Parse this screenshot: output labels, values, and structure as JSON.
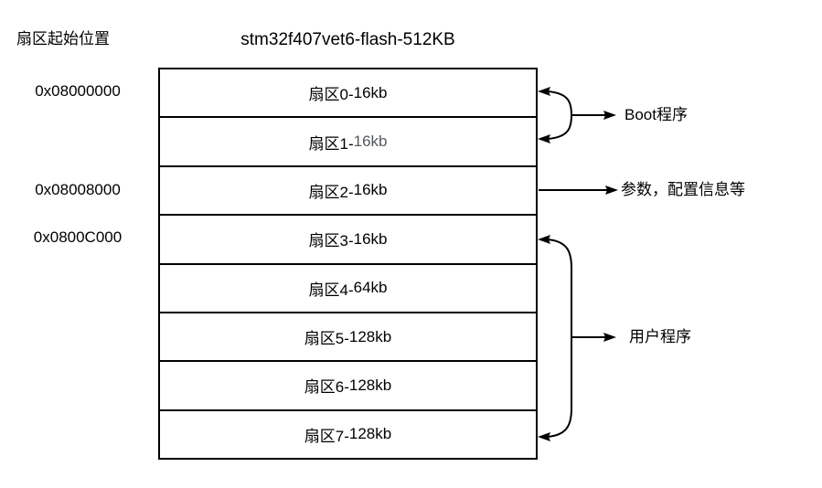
{
  "header": {
    "corner_label": "扇区起始位置",
    "title": "stm32f407vet6-flash-512KB"
  },
  "addresses": [
    {
      "value": "0x08000000",
      "row": 0
    },
    {
      "value": "0x08008000",
      "row": 2
    },
    {
      "value": "0x0800C000",
      "row": 3
    }
  ],
  "sectors": [
    {
      "label": "扇区0-",
      "size": "16kb"
    },
    {
      "label": "扇区1-",
      "size": "16kb"
    },
    {
      "label": "扇区2-",
      "size": "16kb"
    },
    {
      "label": "扇区3-",
      "size": "16kb"
    },
    {
      "label": "扇区4-",
      "size": "64kb"
    },
    {
      "label": "扇区5-",
      "size": "128kb"
    },
    {
      "label": "扇区6-",
      "size": "128kb"
    },
    {
      "label": "扇区7-",
      "size": "128kb"
    }
  ],
  "annotations": [
    {
      "label": "Boot程序",
      "rows": [
        0,
        1
      ]
    },
    {
      "label": "参数，配置信息等",
      "rows": [
        2
      ]
    },
    {
      "label": "用户程序",
      "rows": [
        3,
        4,
        5,
        6,
        7
      ]
    }
  ],
  "colors": {
    "line": "#000000",
    "text": "#000000",
    "muted_size_text": "#55595E",
    "background": "#ffffff"
  }
}
